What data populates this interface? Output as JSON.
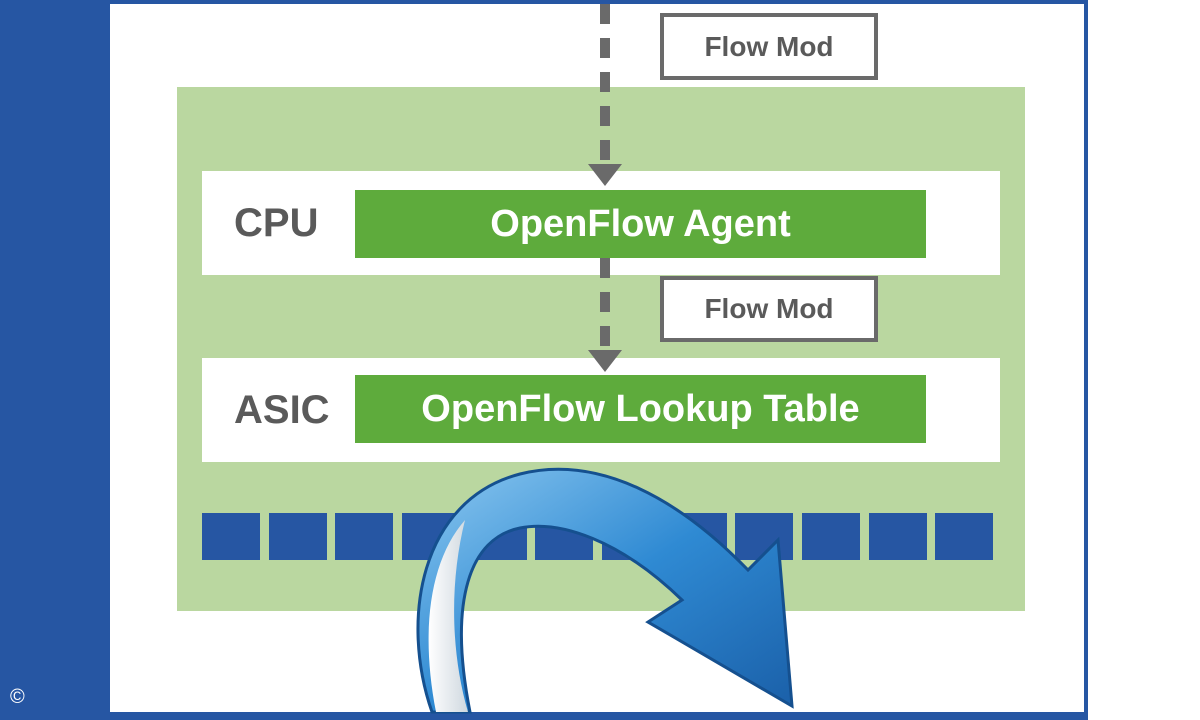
{
  "copyright": "©",
  "messages": {
    "top": "Flow Mod",
    "middle": "Flow Mod"
  },
  "layers": {
    "cpu": {
      "label": "CPU",
      "component": "OpenFlow Agent"
    },
    "asic": {
      "label": "ASIC",
      "component": "OpenFlow Lookup Table"
    }
  },
  "ports": {
    "count": 12
  },
  "colors": {
    "frame_blue": "#2656a3",
    "panel_green": "#bad7a0",
    "component_green": "#5eab3c",
    "arrow_blue": "#2f8ad3",
    "flow_gray": "#6a6a6a"
  }
}
